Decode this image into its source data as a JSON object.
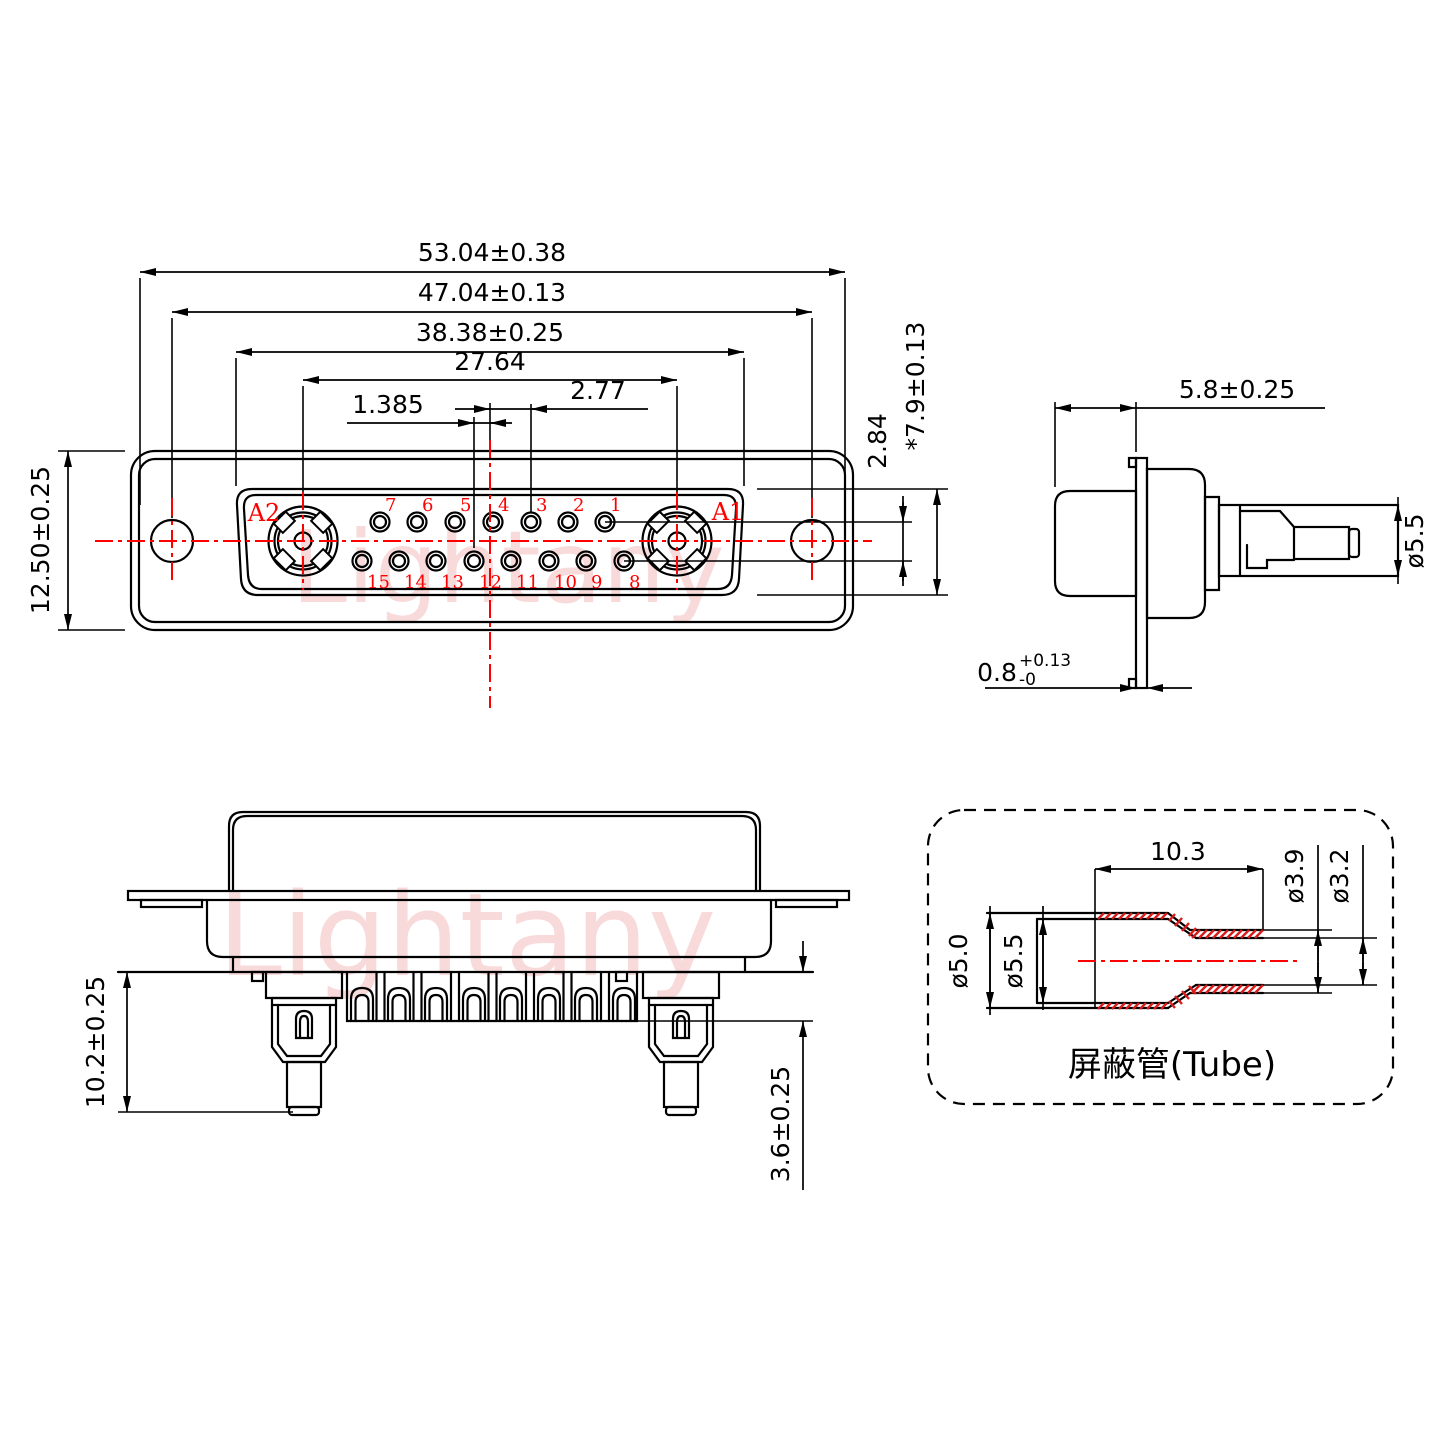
{
  "watermark": {
    "text": "Lightany"
  },
  "colors": {
    "line": "#000000",
    "accent_red": "#ff0000",
    "watermark_pink": "#f6c9c9"
  },
  "front_view": {
    "dims": {
      "overall_width": "53.04±0.38",
      "mount_hole_spacing": "47.04±0.13",
      "insert_width": "38.38±0.25",
      "coax_spacing": "27.64",
      "pin_half_pitch": "1.385",
      "pin_pitch": "2.77",
      "row_spacing": "2.84",
      "insert_height": "*7.9±0.13",
      "shell_height": "12.50±0.25"
    },
    "coax_labels": {
      "left": "A2",
      "right": "A1"
    },
    "pin_numbers": {
      "top_row": [
        "7",
        "6",
        "5",
        "4",
        "3",
        "2",
        "1"
      ],
      "bottom_row": [
        "15",
        "14",
        "13",
        "12",
        "11",
        "10",
        "9",
        "8"
      ]
    }
  },
  "side_view": {
    "dims": {
      "front_depth": "5.8±0.25",
      "contact_diameter": "ø5.5",
      "flange_thickness": "0.8",
      "flange_tol_upper": "+0.13",
      "flange_tol_lower": "-0"
    }
  },
  "bottom_view": {
    "dims": {
      "contact_length": "10.2±0.25",
      "cup_offset": "3.6±0.25"
    }
  },
  "tube_detail": {
    "title": "屏蔽管(Tube)",
    "dims": {
      "shrink_length": "10.3",
      "tube_od": "ø3.9",
      "tube_id": "ø3.2",
      "sleeve_od": "ø5.0",
      "sleeve_id": "ø5.5"
    }
  }
}
